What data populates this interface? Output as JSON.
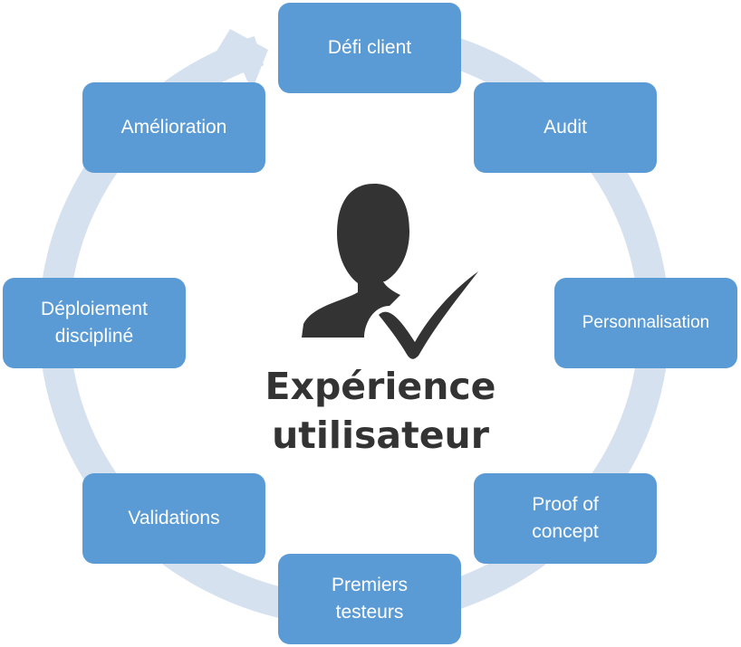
{
  "diagram": {
    "type": "cycle",
    "center_title": "Expérience\nutilisateur",
    "center_icon": "user-check-icon",
    "colors": {
      "node_fill": "#5b9bd5",
      "node_text": "#ffffff",
      "ring": "#d6e1f0",
      "center_text": "#333333",
      "icon": "#333333"
    },
    "nodes": [
      {
        "label": "Défi  client"
      },
      {
        "label": "Audit"
      },
      {
        "label": "Personnalisation"
      },
      {
        "label": "Proof of\nconcept"
      },
      {
        "label": "Premiers\ntesteurs"
      },
      {
        "label": "Validations"
      },
      {
        "label": "Déploiement\ndiscipliné"
      },
      {
        "label": "Amélioration"
      }
    ]
  }
}
